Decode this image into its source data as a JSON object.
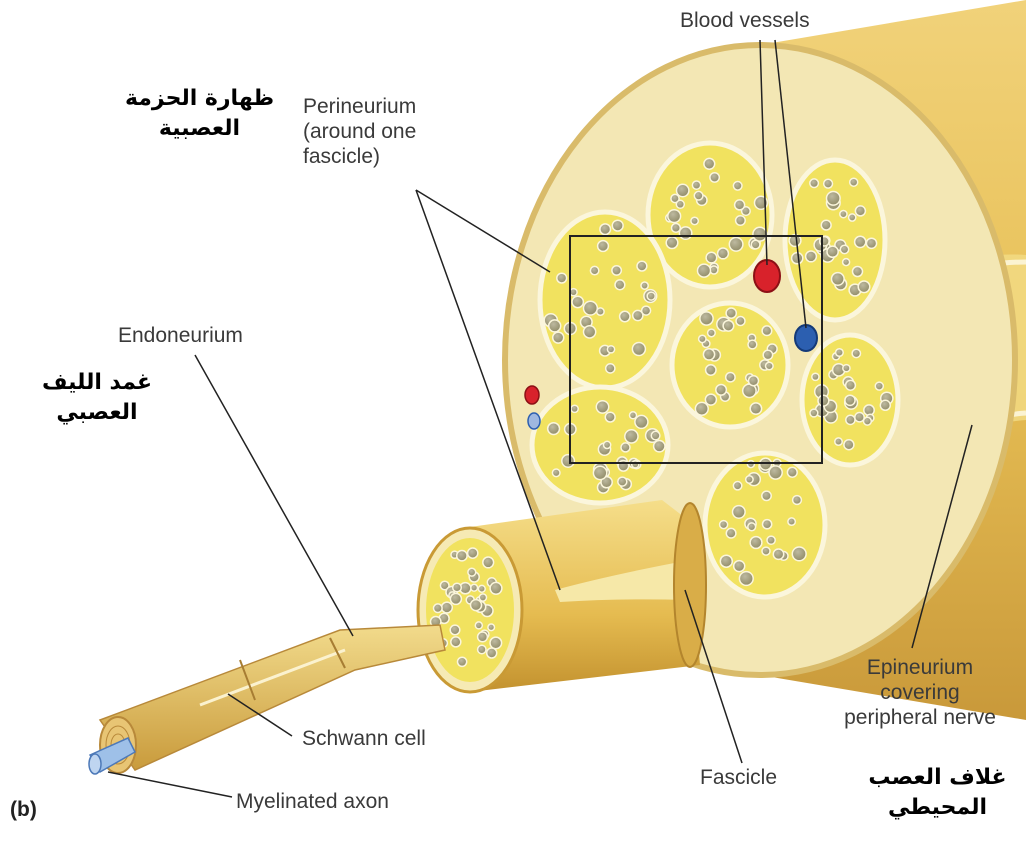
{
  "labels": {
    "blood_vessels": "Blood vessels",
    "perineurium": [
      "Perineurium",
      "(around one",
      "fascicle)"
    ],
    "endoneurium": "Endoneurium",
    "schwann_cell": "Schwann cell",
    "myelinated_axon": "Myelinated axon",
    "fascicle": "Fascicle",
    "epineurium": [
      "Epineurium",
      "covering",
      "peripheral nerve"
    ],
    "panel": "(b)"
  },
  "arabic_labels": {
    "perineurium": [
      "ظهارة الحزمة",
      "العصبية"
    ],
    "endoneurium": [
      "غمد الليف",
      "العصبي"
    ],
    "epineurium": [
      "غلاف العصب",
      "المحيطي"
    ]
  },
  "colors": {
    "nerve_fill": "#e9c25a",
    "nerve_dark": "#c99a35",
    "fascicle_fill": "#f2e66a",
    "artery": "#d8222b",
    "vein": "#2c5fb0",
    "leader_line": "#222222"
  }
}
